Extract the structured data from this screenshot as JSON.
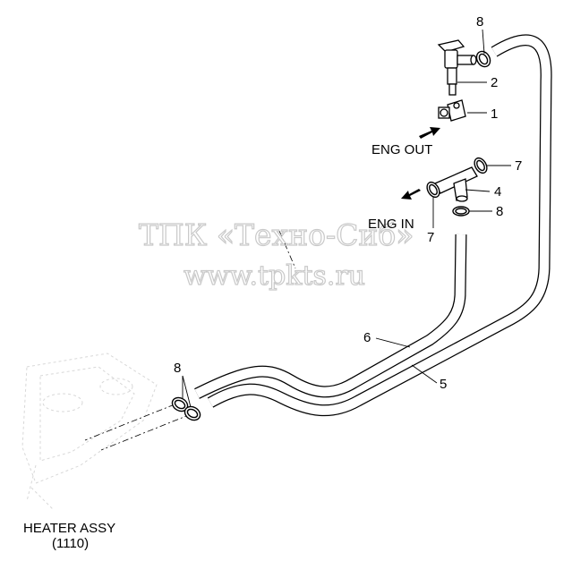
{
  "diagram": {
    "parts": [
      {
        "id": "p1",
        "label": "1"
      },
      {
        "id": "p2",
        "label": "2"
      },
      {
        "id": "p4",
        "label": "4"
      },
      {
        "id": "p5",
        "label": "5"
      },
      {
        "id": "p6",
        "label": "6"
      },
      {
        "id": "p7a",
        "label": "7"
      },
      {
        "id": "p7b",
        "label": "7"
      },
      {
        "id": "p8a",
        "label": "8"
      },
      {
        "id": "p8b",
        "label": "8"
      },
      {
        "id": "p8c",
        "label": "8"
      }
    ],
    "eng_out": "ENG OUT",
    "eng_in": "ENG IN",
    "heater_title": "HEATER ASSY",
    "heater_code": "(1110)"
  },
  "watermark": {
    "line1": "ТПК «Техно-Сиб»",
    "line2": "www.tpkts.ru"
  }
}
